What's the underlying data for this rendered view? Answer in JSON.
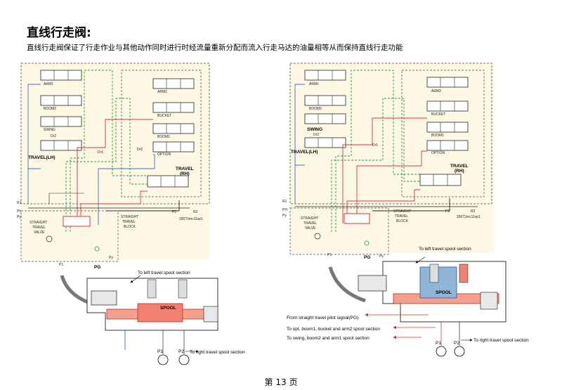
{
  "page_title": "直线行走阀:",
  "description": "直线行走阀保证了行走作业与其他动作同时进行时经流量重新分配而流入行走马达的油量相等从而保持直线行走功能",
  "page_number": "第 13 页",
  "left_schematic": {
    "arm1": "ARM1",
    "boom2": "BOOM2",
    "swing": "SWING",
    "travel_lh": "TRAVEL(LH)",
    "arm2": "ARM2",
    "bucket": "BUCKET",
    "boom1": "BOOM1",
    "option": "OPTION",
    "travel_rh_1": "TRAVEL",
    "travel_rh_2": "(RH)",
    "dr1": "Dr1",
    "dr2": "Dr2",
    "dr2b": "Dr2",
    "r1": "R1",
    "ph": "Ph",
    "py": "Py",
    "p2": "P2",
    "r2": "R2",
    "p1": "P1",
    "pg": "PG",
    "py2": "Py",
    "ref": "29072mc11sp1",
    "stv_1": "STRAIGHT",
    "stv_2": "TRAVEL",
    "stv_3": "VALVE",
    "stb_1": "STRAIGHT",
    "stb_2": "TRAVEL",
    "stb_3": "BLOCK"
  },
  "right_schematic": {
    "arm1": "ARM1",
    "boom2": "BOOM2",
    "swing": "SWING",
    "travel_lh": "TRAVEL(LH)",
    "arm2": "ARM2",
    "bucket": "BUCKET",
    "boom1": "BOOM1",
    "option": "OPTION",
    "travel_rh_1": "TRAVEL",
    "travel_rh_2": "(RH)",
    "dr1": "Dr1",
    "dr2": "Dr2",
    "r1": "R1",
    "ph": "PH",
    "py": "Py",
    "p2": "P2",
    "r2": "R2",
    "p1": "P1",
    "pg": "PG",
    "py2": "Py",
    "ref": "29072mc11sp1",
    "stv_1": "STRAIGHT",
    "stv_2": "TRAVEL",
    "stv_3": "VALVE",
    "stb_1": "STRAIGHT",
    "stb_2": "TRAVEL",
    "stb_3": "BLOCK"
  },
  "left_section": {
    "to_left": "To left travel spool section",
    "spool": "SPOOL",
    "p1": "P1",
    "p2": "P2",
    "to_right": "To right travel spool section"
  },
  "right_section": {
    "to_left": "To left travel spool section",
    "spool": "SPOOL",
    "from_pg": "From straight travel pilot signal(PG)",
    "to_opt": "To opt, boom1, bucket and arm2 spool section",
    "to_swing": "To swing, boom2 and arm1 spool section",
    "p1": "P1",
    "p2": "P2",
    "to_right": "To right travel spool section"
  },
  "colors": {
    "red": "#e0303a",
    "green": "#1f9b3a",
    "blue": "#3a6fd0",
    "cream": "#fdf8e4",
    "ltblue": "#8fb5d8"
  }
}
